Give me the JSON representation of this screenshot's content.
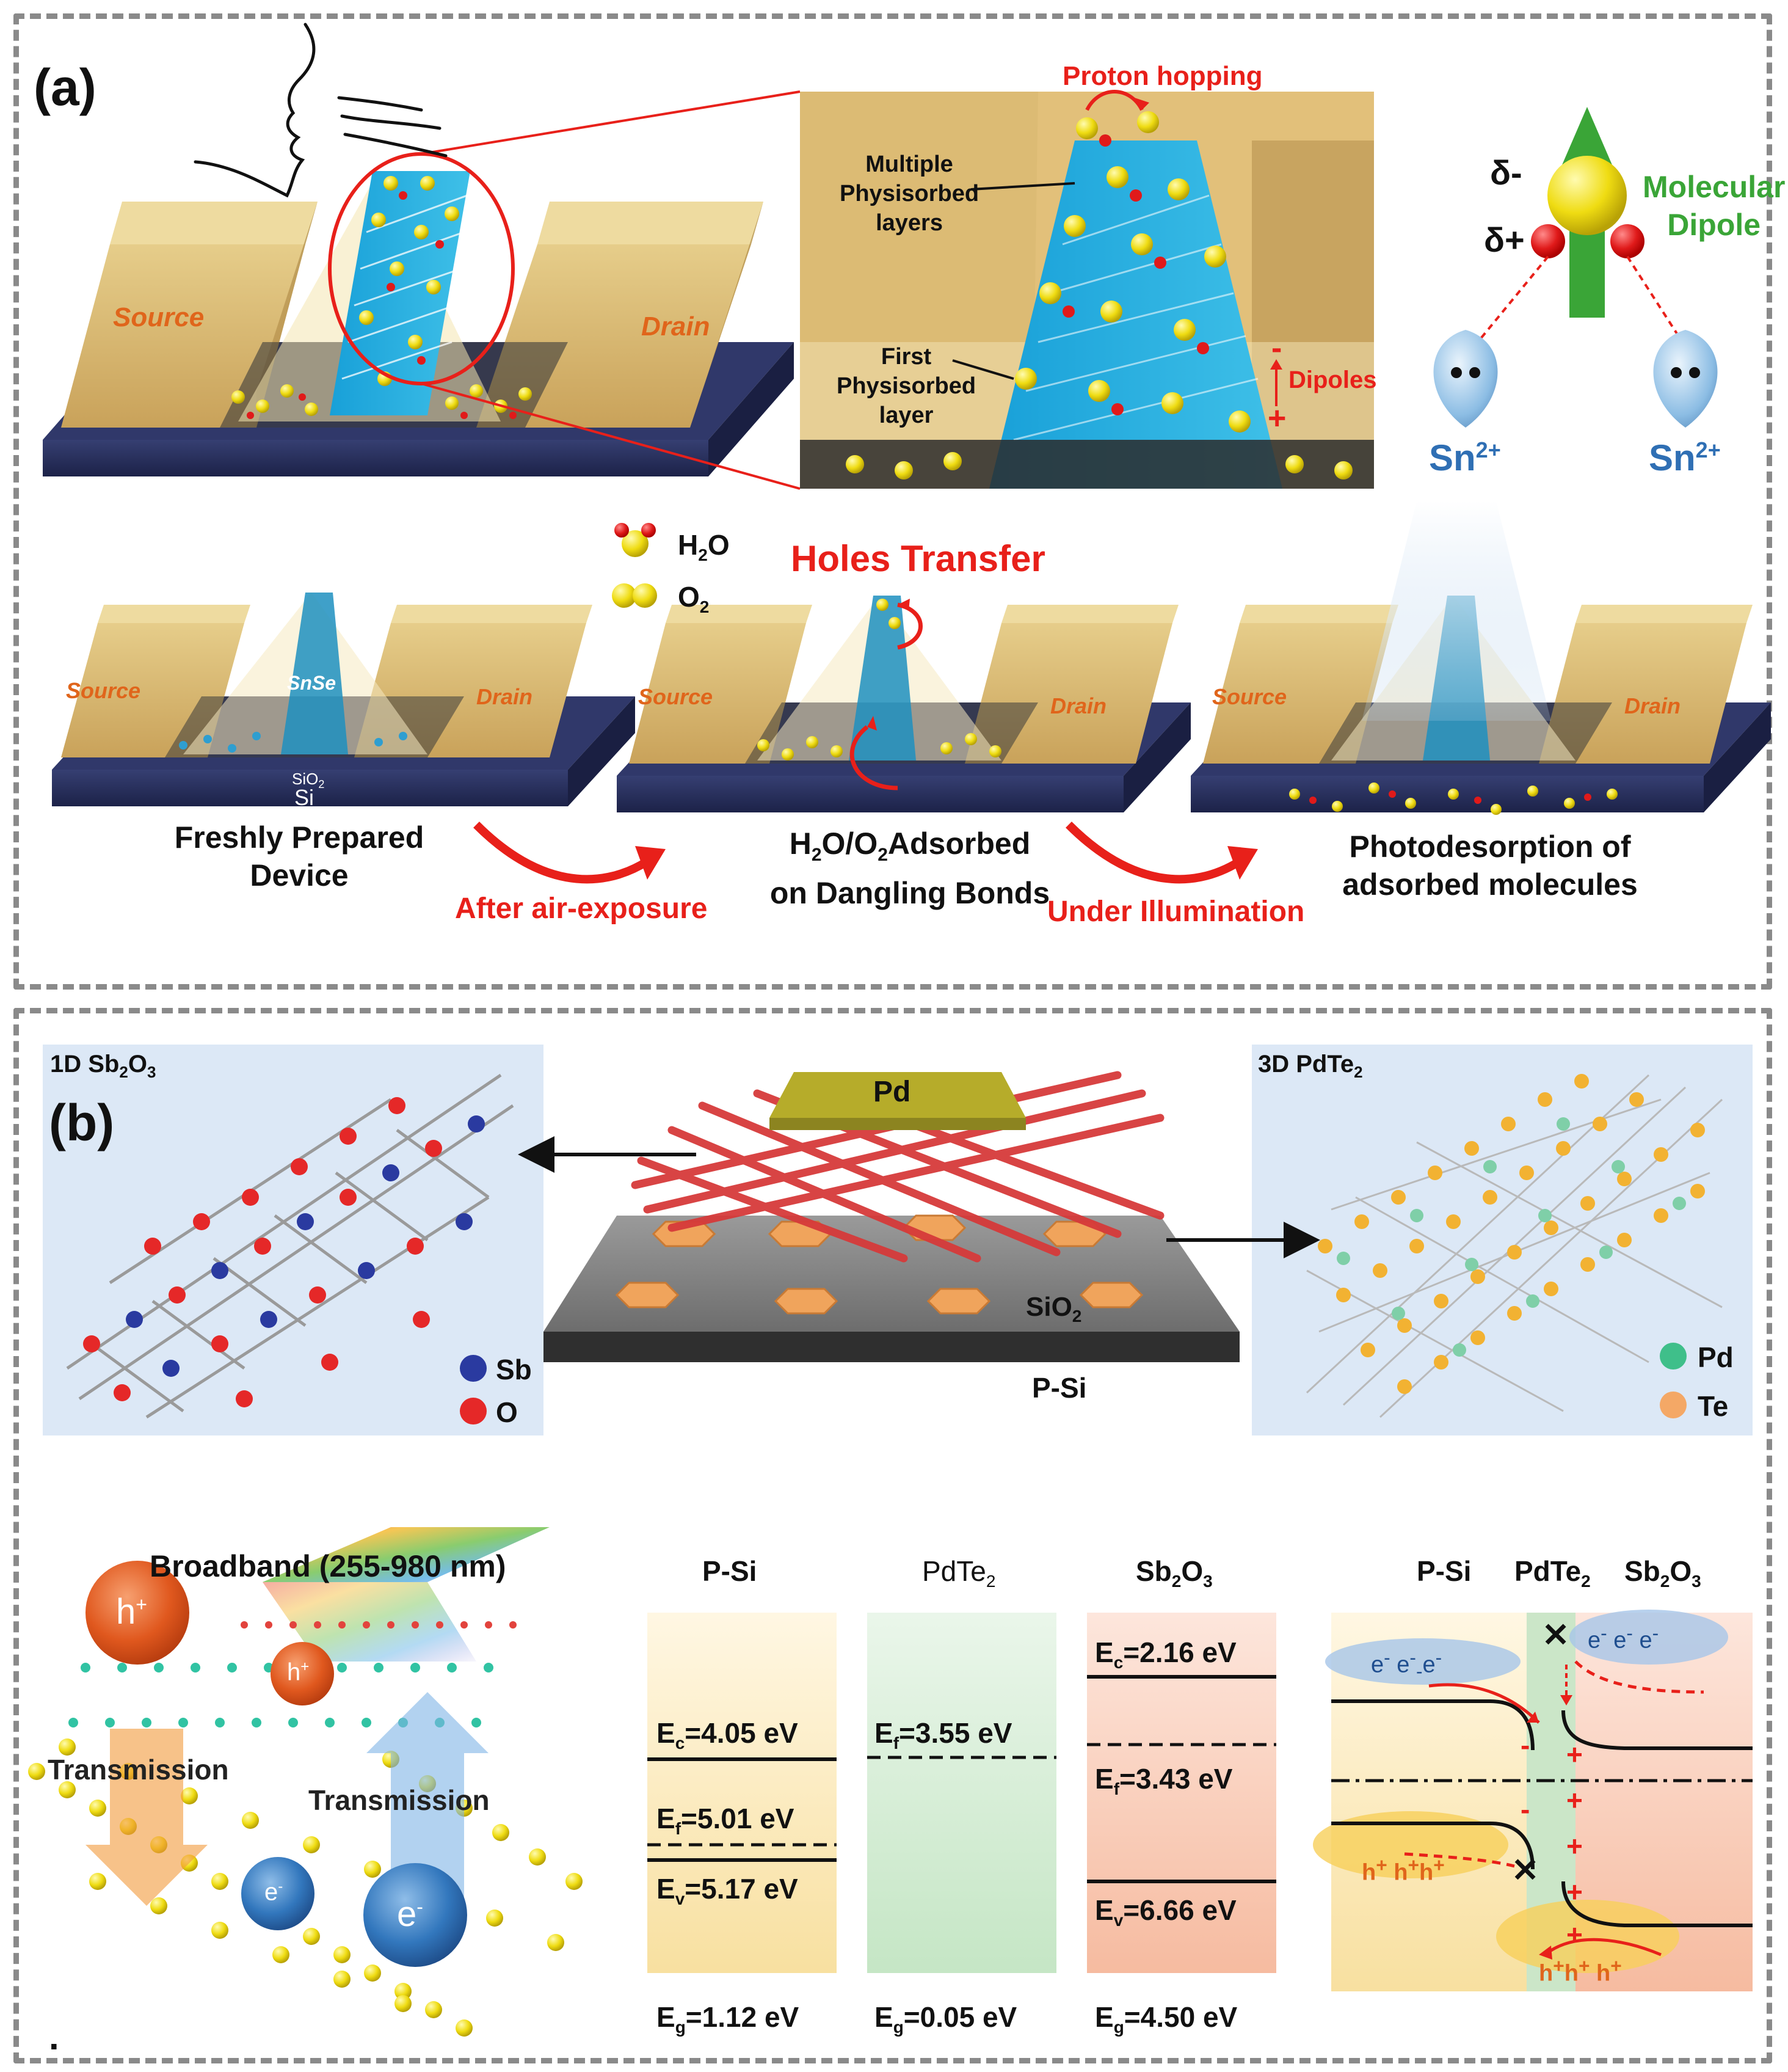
{
  "panel_a": {
    "label": "(a)",
    "main_device": {
      "source": "Source",
      "drain": "Drain"
    },
    "zoom": {
      "proton_hopping": "Proton hopping",
      "multiple_layers": "Multiple Physisorbed layers",
      "multiple_layers_lines": [
        "Multiple",
        "Physisorbed",
        "layers"
      ],
      "first_layer_lines": [
        "First",
        "Physisorbed",
        "layer"
      ],
      "dipoles": "Dipoles",
      "minus": "-",
      "plus": "+"
    },
    "dipole": {
      "delta_minus": "δ-",
      "delta_plus": "δ+",
      "molecular": "Molecular",
      "dipole": "Dipole",
      "sn_left": "Sn",
      "sn_right": "Sn",
      "sn_charge": "2+"
    },
    "legend": {
      "h2o": "H",
      "h2o_sub": "2",
      "h2o_end": "O",
      "o2": "O",
      "o2_sub": "2"
    },
    "holes_transfer": "Holes Transfer",
    "devices": [
      {
        "source": "Source",
        "drain": "Drain",
        "material": "SnSe",
        "sio2": "SiO",
        "sio2_sub": "2",
        "si": "Si",
        "caption": [
          "Freshly Prepared",
          "Device"
        ]
      },
      {
        "source": "Source",
        "drain": "Drain",
        "caption_a": "H",
        "caption_sub1": "2",
        "caption_b": "O/O",
        "caption_sub2": "2",
        "caption_c": "Adsorbed",
        "caption_line2": "on Dangling Bonds"
      },
      {
        "source": "Source",
        "drain": "Drain",
        "caption": [
          "Photodesorption of",
          "adsorbed molecules"
        ]
      }
    ],
    "arrows": {
      "air": "After air-exposure",
      "illum": "Under Illumination"
    },
    "colors": {
      "red": "#e8201a",
      "gold": "#d8b560",
      "navy": "#26305e",
      "blue": "#1fa3d6",
      "green": "#3aa537"
    }
  },
  "panel_b": {
    "label": "(b)",
    "sb2o3": {
      "title_a": "1D Sb",
      "title_sub1": "2",
      "title_b": "O",
      "title_sub2": "3",
      "legend_sb": "Sb",
      "legend_o": "O"
    },
    "center": {
      "pd": "Pd",
      "sio2": "SiO",
      "sio2_sub": "2",
      "psi": "P-Si"
    },
    "pdte2": {
      "title_a": "3D PdTe",
      "title_sub": "2",
      "legend_pd": "Pd",
      "legend_te": "Te"
    },
    "broadband": "Broadband (255-980 nm)",
    "hplus": "h",
    "eminus": "e",
    "transmission_left": "Transmission",
    "transmission_right": "Transmission",
    "band_columns": [
      {
        "title": "P-Si",
        "title_sub": "",
        "ec": "E",
        "ec_sub": "c",
        "ec_val": "=4.05 eV",
        "ef": "E",
        "ef_sub": "f",
        "ef_val": "=5.01 eV",
        "ev": "E",
        "ev_sub": "v",
        "ev_val": "=5.17 eV",
        "eg": "E",
        "eg_sub": "g",
        "eg_val": "=1.12 eV"
      },
      {
        "title": "PdTe",
        "title_sub": "2",
        "ef": "E",
        "ef_sub": "f",
        "ef_val": "=3.55 eV",
        "eg": "E",
        "eg_sub": "g",
        "eg_val": "=0.05 eV"
      },
      {
        "title": "Sb",
        "title_sub": "2",
        "title_b": "O",
        "title_sub2": "3",
        "ec": "E",
        "ec_sub": "c",
        "ec_val": "=2.16 eV",
        "ef": "E",
        "ef_sub": "f",
        "ef_val": "=3.43 eV",
        "ev": "E",
        "ev_sub": "v",
        "ev_val": "=6.66 eV",
        "eg": "E",
        "eg_sub": "g",
        "eg_val": "=4.50 eV"
      }
    ],
    "junction": {
      "psi": "P-Si",
      "pdte2": "PdTe",
      "pdte2_sub": "2",
      "sb2o3": "Sb",
      "sb2o3_sub": "2",
      "sb2o3_b": "O",
      "sb2o3_sub2": "3",
      "e_left": "e",
      "e_right": "e",
      "h_left": "h",
      "h_bottom": "h",
      "plus": "+",
      "minus": "-",
      "cross": "✕"
    },
    "dot": "."
  }
}
